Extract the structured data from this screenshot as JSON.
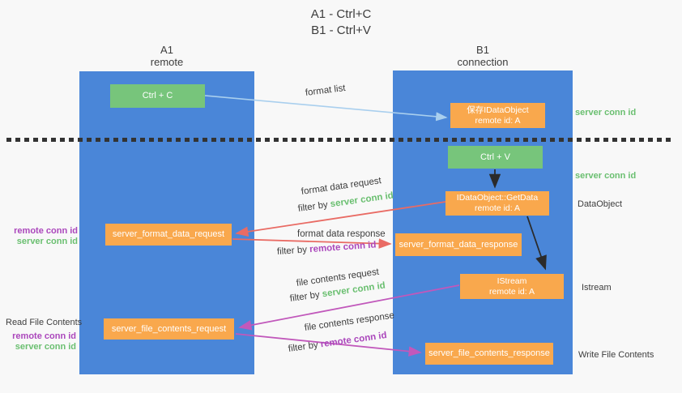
{
  "title": {
    "line1": "A1 - Ctrl+C",
    "line2": "B1 - Ctrl+V"
  },
  "lanes": {
    "a1": {
      "name": "A1",
      "subtitle": "remote"
    },
    "b1": {
      "name": "B1",
      "subtitle": "connection"
    }
  },
  "nodes": {
    "ctrl_c": {
      "label": "Ctrl + C"
    },
    "ctrl_v": {
      "label": "Ctrl + V"
    },
    "save_dataobject": {
      "line1": "保存IDataObject",
      "line2": "remote id: A"
    },
    "getdata": {
      "line1": "IDataObject::GetData",
      "line2": "remote id: A"
    },
    "format_request": {
      "label": "server_format_data_request"
    },
    "format_response": {
      "label": "server_format_data_response"
    },
    "istream": {
      "line1": "IStream",
      "line2": "remote id: A"
    },
    "file_request": {
      "label": "server_file_contents_request"
    },
    "file_response": {
      "label": "server_file_contents_response"
    }
  },
  "flow_labels": {
    "format_list": "format list",
    "format_data_request": "format data request",
    "format_data_response": "format data response",
    "file_contents_request": "file contents request",
    "file_contents_response": "file contents response",
    "filter_by": "filter by ",
    "server_conn_id": "server conn id",
    "remote_conn_id": "remote conn id"
  },
  "annotations": {
    "server_conn_id": "server conn id",
    "remote_conn_id": "remote conn id",
    "dataobject": "DataObject",
    "istream": "Istream",
    "read_file_contents": "Read File Contents",
    "write_file_contents": "Write File Contents"
  },
  "colors": {
    "lane_blue": "#4a86d8",
    "box_orange": "#f9a84d",
    "box_green": "#77c57b",
    "arrow_red": "#e96b64",
    "arrow_magenta": "#c158bb",
    "arrow_blue": "#a9cfee",
    "text_green": "#6abf70",
    "text_purple": "#ab47bc"
  }
}
